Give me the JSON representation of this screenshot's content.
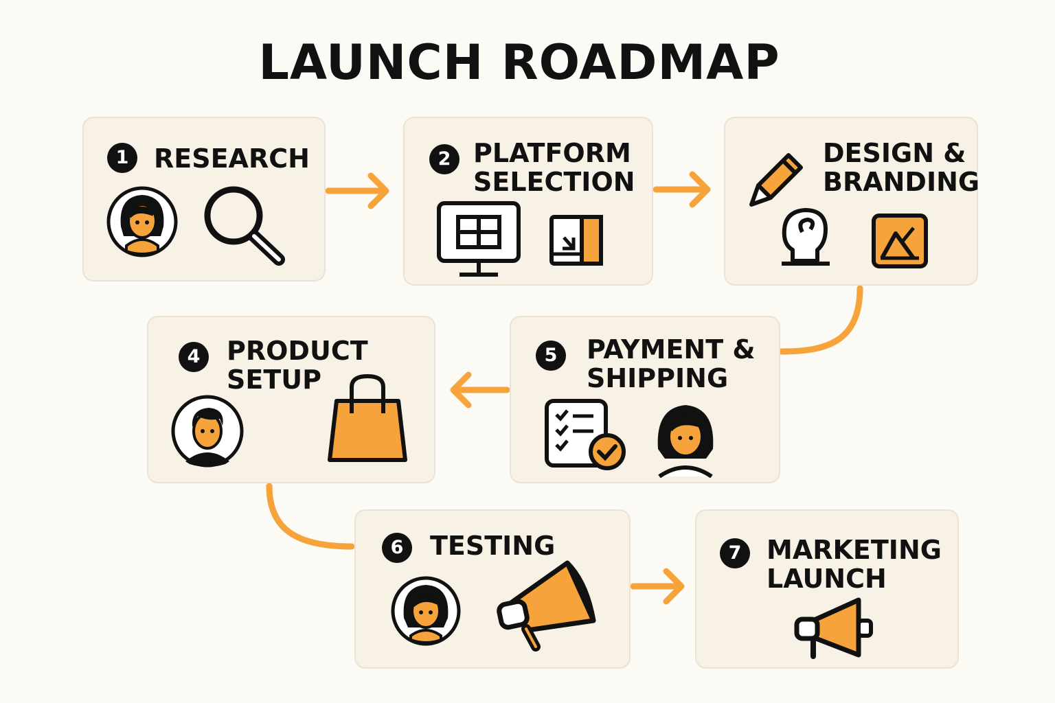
{
  "title": "LAUNCH ROADMAP",
  "colors": {
    "accent": "#f5a33a",
    "ink": "#111111",
    "card": "#f8f1e6",
    "background": "#fcfaf4"
  },
  "steps": [
    {
      "number": "1",
      "label": "RESEARCH",
      "icons": [
        "person-avatar-icon",
        "magnifier-icon"
      ]
    },
    {
      "number": "2",
      "label": "PLATFORM\nSELECTION",
      "icons": [
        "monitor-icon",
        "layout-icon"
      ]
    },
    {
      "number": "",
      "label": "DESIGN &\nBRANDING",
      "icons": [
        "pencil-icon",
        "head-bust-icon",
        "image-frame-icon"
      ]
    },
    {
      "number": "4",
      "label": "PRODUCT\nSETUP",
      "icons": [
        "person-avatar-icon",
        "shopping-bag-icon"
      ]
    },
    {
      "number": "5",
      "label": "PAYMENT &\nSHIPPING",
      "icons": [
        "checklist-icon",
        "person-icon"
      ]
    },
    {
      "number": "6",
      "label": "TESTING",
      "icons": [
        "person-avatar-icon",
        "megaphone-icon"
      ]
    },
    {
      "number": "7",
      "label": "MARKETING\nLAUNCH",
      "icons": [
        "megaphone-icon"
      ]
    }
  ]
}
